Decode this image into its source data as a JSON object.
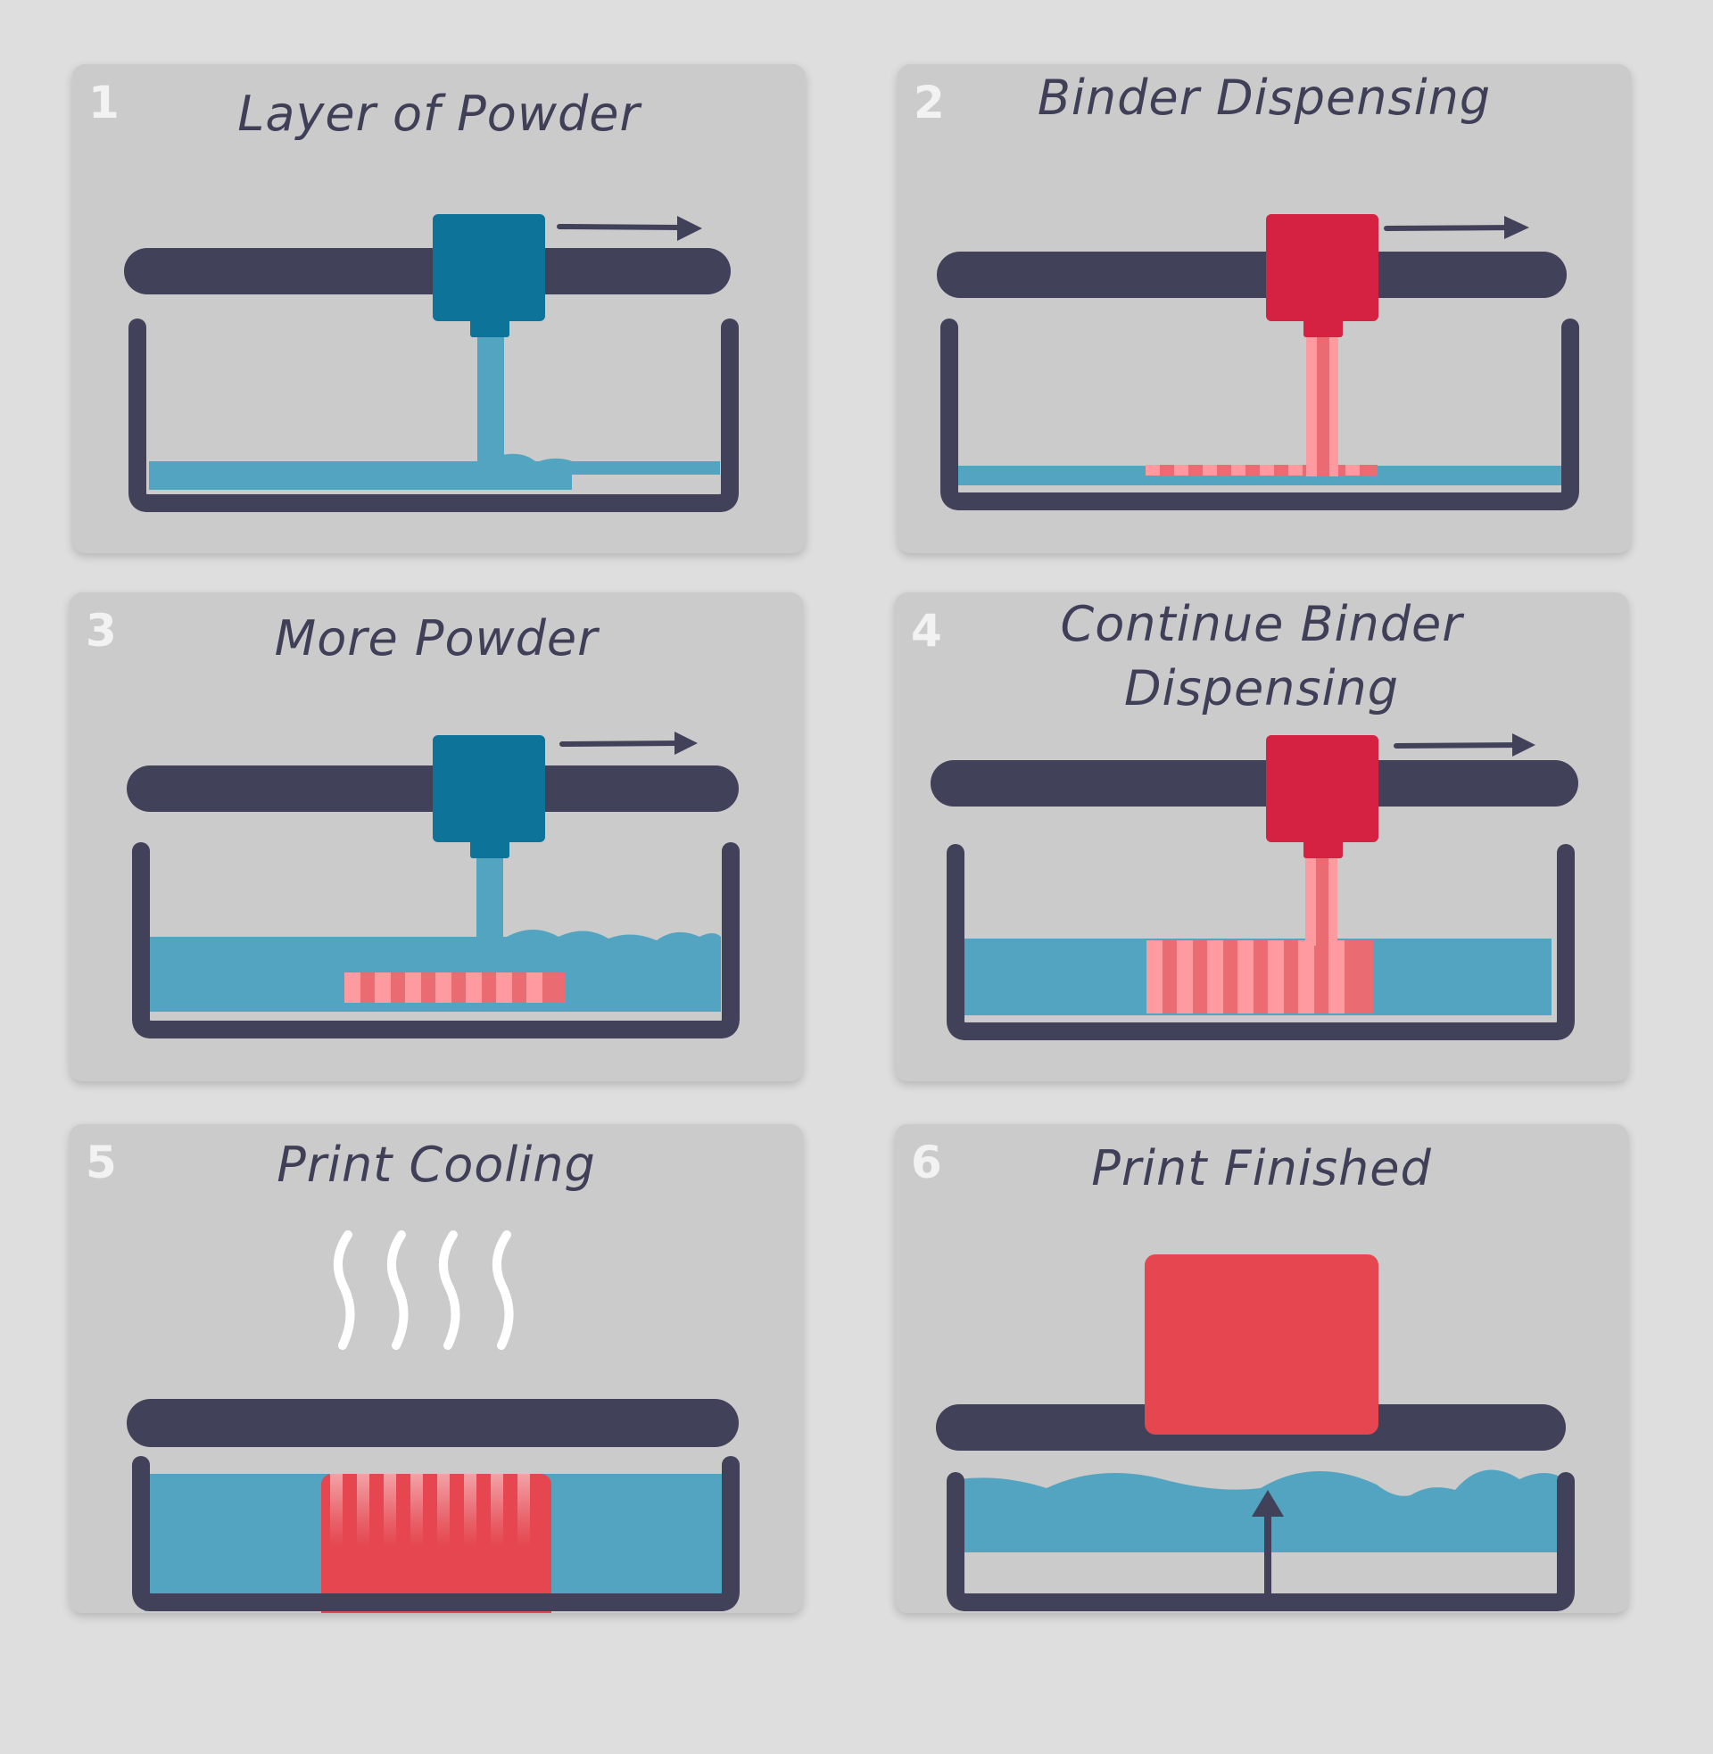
{
  "colors": {
    "background": "#dedede",
    "panel": "#cbcbcb",
    "dark": "#414159",
    "powder_head": "#0e7398",
    "binder_head": "#d62242",
    "powder": "#52a4c1",
    "print_light": "#ff9aa0",
    "print_dark": "#eb6b73",
    "print_solid": "#e5464f",
    "steam": "#ffffff"
  },
  "panels": [
    {
      "number": "1",
      "title": "Layer of Powder"
    },
    {
      "number": "2",
      "title": "Binder Dispensing"
    },
    {
      "number": "3",
      "title": "More Powder"
    },
    {
      "number": "4",
      "title": "Continue Binder\nDispensing"
    },
    {
      "number": "5",
      "title": "Print Cooling"
    },
    {
      "number": "6",
      "title": "Print Finished"
    }
  ]
}
